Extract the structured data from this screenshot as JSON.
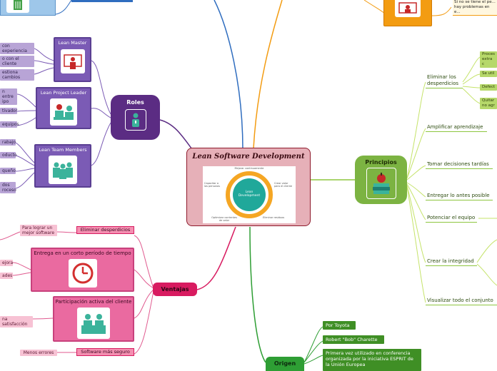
{
  "center": {
    "title": "Lean Software Development",
    "cycle_center": "Lean Development",
    "cycle_labels": [
      "Mejorar continuamente",
      "Crear valor para el cliente",
      "Eliminar residuos",
      "Optimizar corrientes de valor",
      "Capacitar a las personas"
    ]
  },
  "top_branch": {
    "text": "Si no se tiene el pe... hay problemas en e..."
  },
  "roles": {
    "title": "Roles",
    "lean_master": {
      "title": "Lean Master",
      "items": [
        "con experiencia",
        "o con el cliente",
        "estiona cambios"
      ]
    },
    "project_leader": {
      "title": "Lean Project Leader",
      "items": [
        "n entre ipo",
        "tivador",
        "equipos"
      ]
    },
    "team_members": {
      "title": "Lean Team Members",
      "items": [
        "rabajo",
        "oducto",
        "queño",
        "dos roceso"
      ]
    }
  },
  "ventajas": {
    "title": "Ventajas",
    "eliminar": {
      "label": "Eliminar desperdicios",
      "note": "Para lograr un mejor software"
    },
    "entrega": {
      "label": "Entrega en un corto período de tiempo",
      "notes": [
        "ejora",
        "ades"
      ]
    },
    "participacion": {
      "label": "Participación activa del cliente",
      "note": "na satisfacción"
    },
    "seguro": {
      "label": "Software más seguro",
      "note": "Menos errores"
    }
  },
  "principios": {
    "title": "Principios",
    "items": [
      "Eliminar los desperdicios",
      "Amplificar aprendizaje",
      "Tomar decisiones tardías",
      "Entregar lo antes posible",
      "Potenciar el equipo",
      "Crear la integridad",
      "Visualizar todo el conjunto"
    ],
    "sub_items": [
      "Proces extra c",
      "Se util",
      "Defect",
      "Quitar no agr"
    ]
  },
  "origen": {
    "title": "Origen",
    "items": [
      "Por Toyota",
      "Robert \"Bob\" Charette",
      "Primera vez utilizado en conferencia organizada por la iniciativa ESPRIT de la Unión Europea"
    ]
  },
  "colors": {
    "roles": "#5b2c83",
    "ventajas": "#d81b60",
    "principios": "#7cb342",
    "origen": "#2e9e34",
    "top": "#f39c12"
  }
}
